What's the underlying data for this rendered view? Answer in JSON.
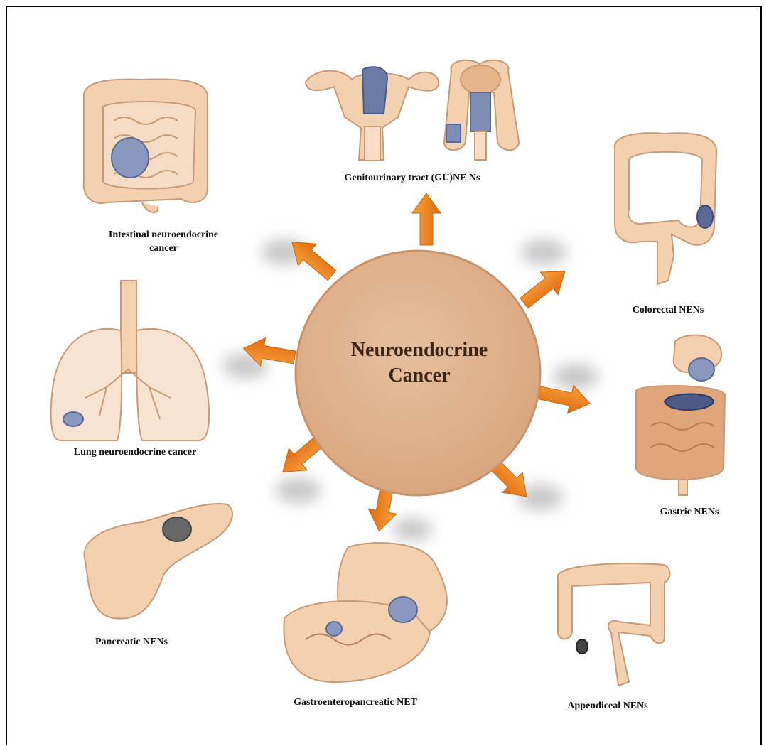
{
  "center": {
    "line1": "Neuroendocrine",
    "line2": "Cancer"
  },
  "labels": {
    "genitourinary": "Genitourinary tract (GU)NE Ns",
    "intestinal_line1": "Intestinal neuroendocrine",
    "intestinal_line2": "cancer",
    "colorectal": "Colorectal NENs",
    "lung": "Lung neuroendocrine cancer",
    "gastric": "Gastric NENs",
    "pancreatic": "Pancreatic NENs",
    "gep": "Gastroenteropancreatic NET",
    "appendiceal": "Appendiceal NENs"
  },
  "colors": {
    "center_fill": "#dcae8a",
    "center_stroke": "#c9936a",
    "arrow": "#f07d1a",
    "organ": "#f2d0b0",
    "organ_stroke": "#c99a76",
    "tumor": "#8a98bf"
  }
}
